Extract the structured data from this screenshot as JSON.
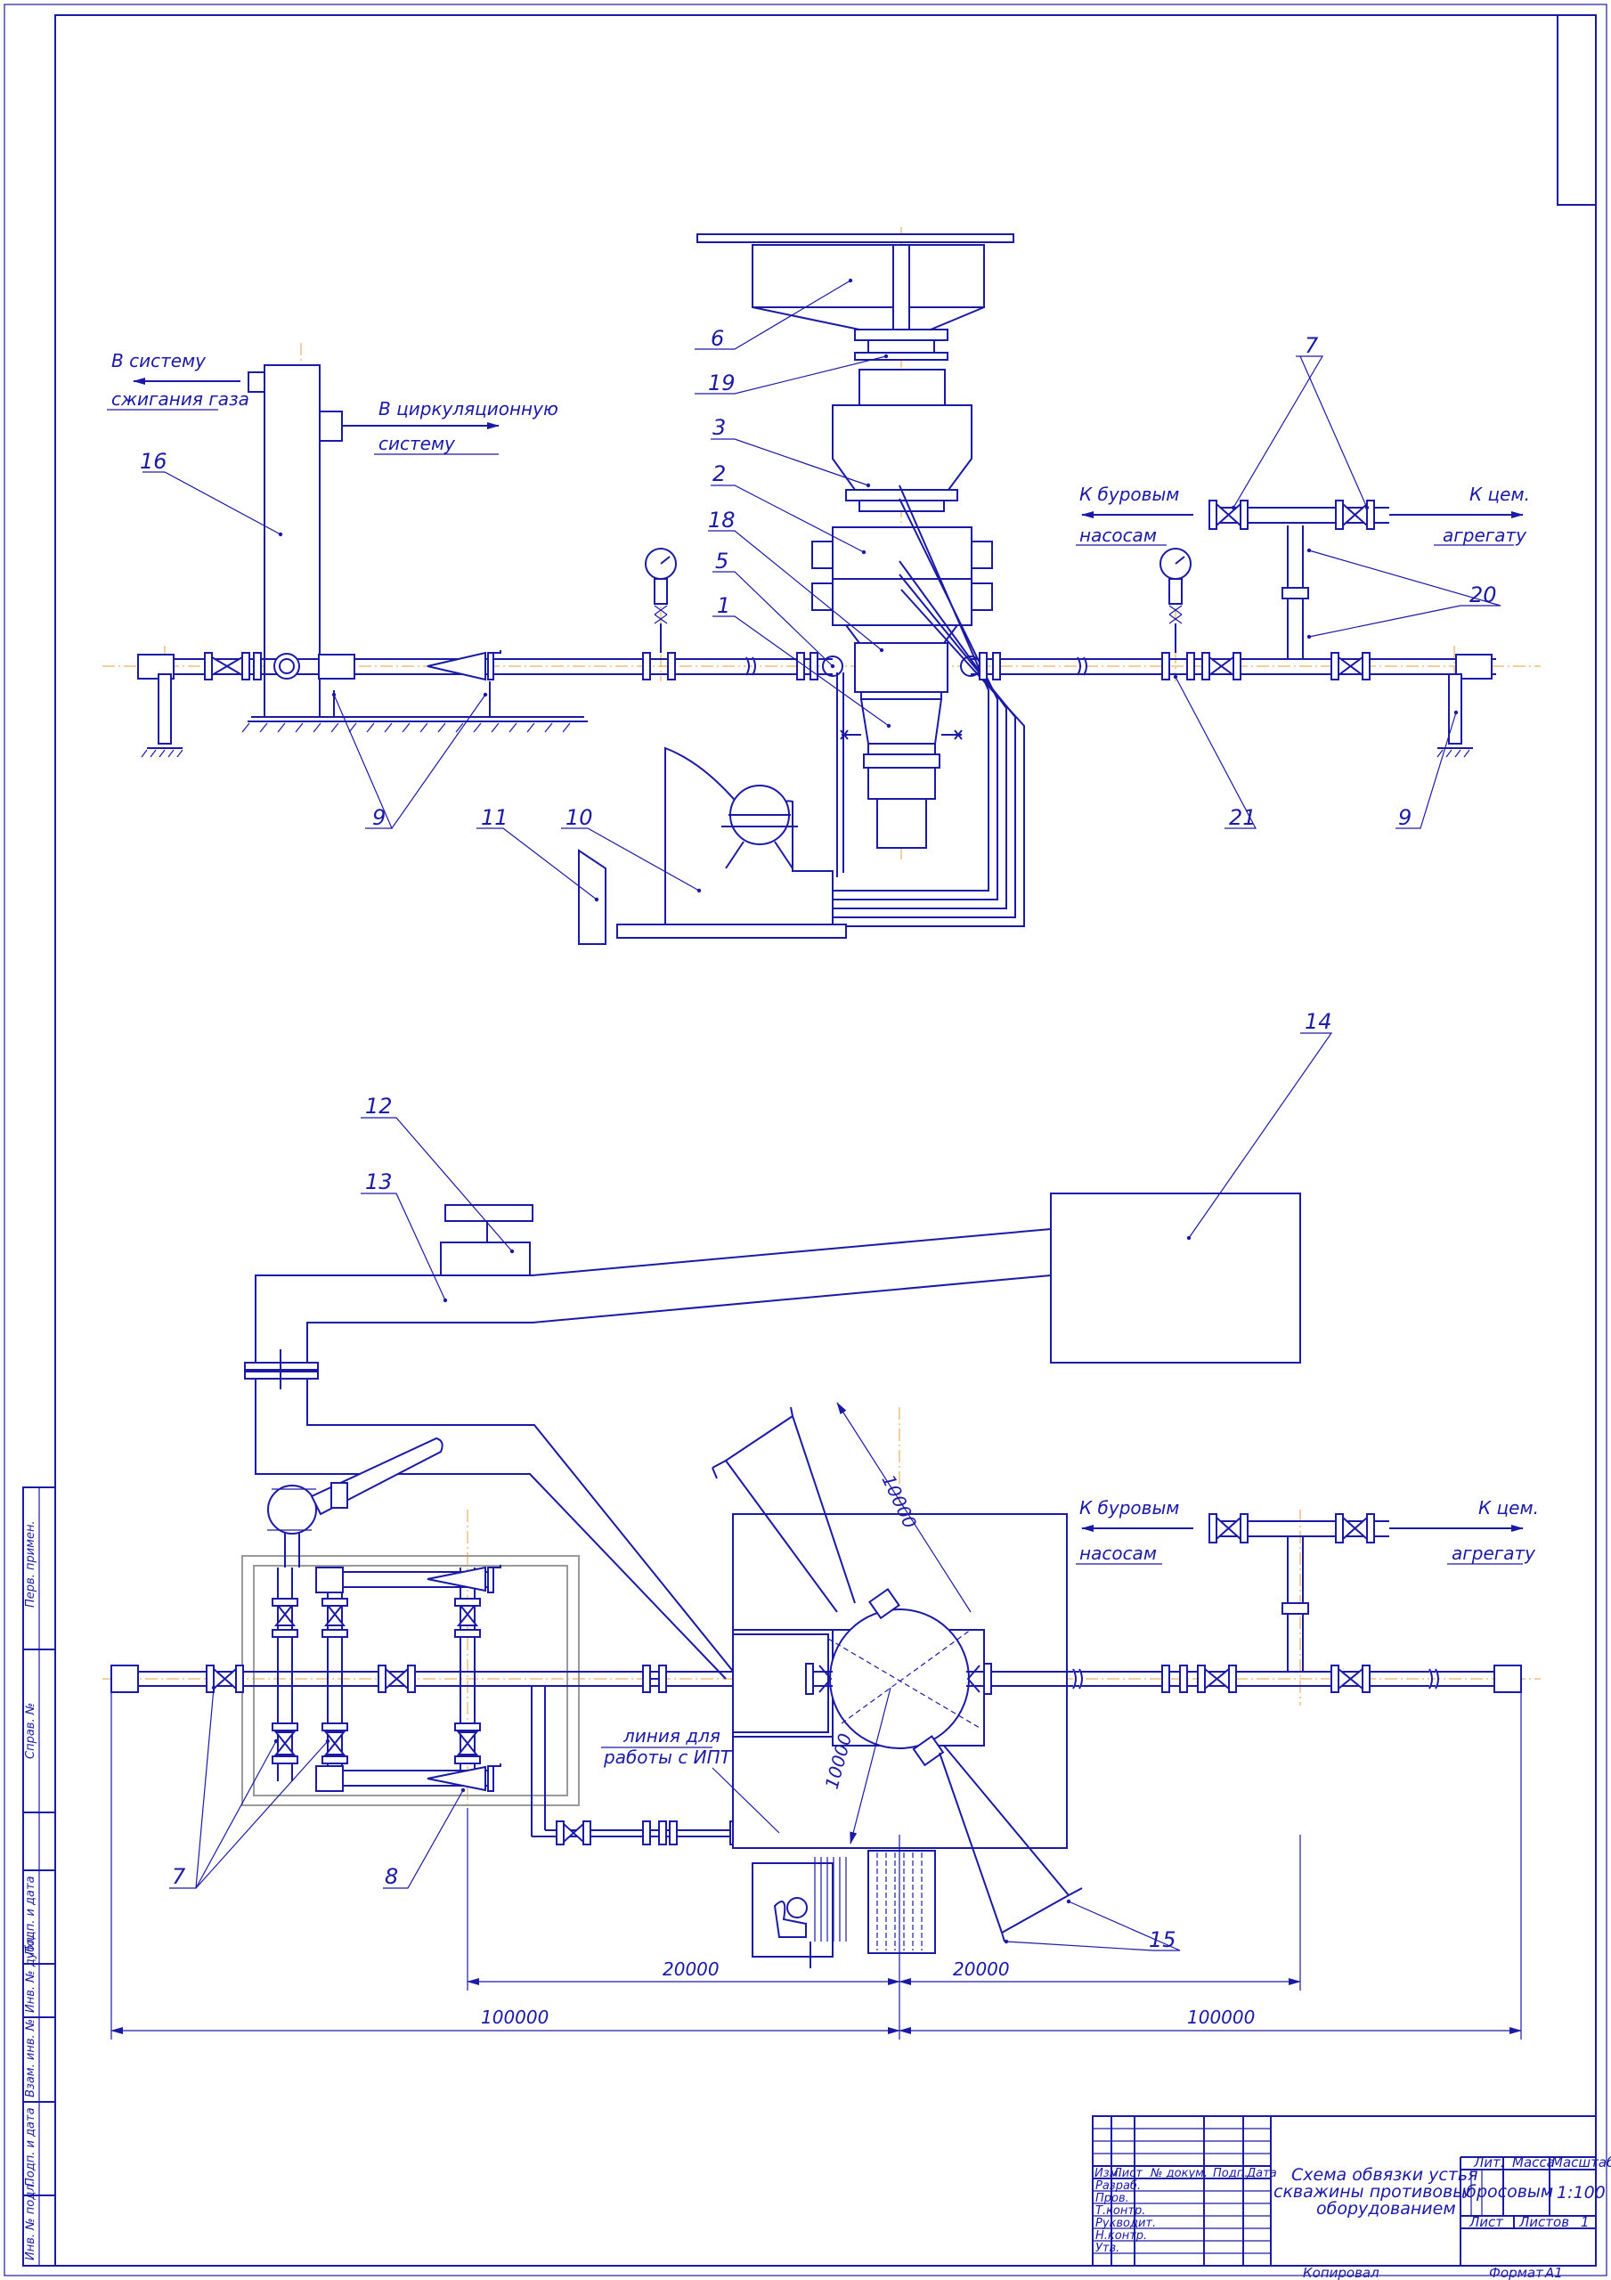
{
  "top_view": {
    "gas_burn_line1": "В систему",
    "gas_burn_line2": "сжигания газа",
    "circ_line1": "В циркуляционную",
    "circ_line2": "систему",
    "to_pumps_line1": "К буровым",
    "to_pumps_line2": "насосам",
    "to_cem_line1": "К цем.",
    "to_cem_line2": "агрегату"
  },
  "plan_view": {
    "to_pumps_line1": "К буровым",
    "to_pumps_line2": "насосам",
    "to_cem_line1": "К цем.",
    "to_cem_line2": "агрегату",
    "ipt_line1": "линия для",
    "ipt_line2": "работы с ИПТ"
  },
  "callouts": {
    "c1": "1",
    "c2": "2",
    "c3": "3",
    "c5": "5",
    "c6": "6",
    "c7a": "7",
    "c9a": "9",
    "c9b": "9",
    "c10": "10",
    "c11": "11",
    "c12": "12",
    "c13": "13",
    "c14": "14",
    "c15": "15",
    "c16": "16",
    "c18": "18",
    "c19": "19",
    "c20": "20",
    "c21": "21",
    "c7b": "7",
    "c8": "8"
  },
  "dimensions": {
    "d_arc_top": "10000",
    "d_arc_bottom": "10000",
    "d_20000_left": "20000",
    "d_20000_right": "20000",
    "d_100000_left": "100000",
    "d_100000_right": "100000"
  },
  "side_stamp": {
    "perv_primen": "Перв. примен.",
    "sprav_no": "Справ. №",
    "podp_data_1": "Подп. и дата",
    "inv_dubl": "Инв. № дубл.",
    "vzam_inv": "Взам. инв. №",
    "podp_data_2": "Подп. и дата",
    "inv_podl": "Инв. № подл."
  },
  "title_block": {
    "title_line1": "Схема обвязки устья",
    "title_line2": "скважины противовыбросовым",
    "title_line3": "оборудованием",
    "hdr_izm": "Изм.",
    "hdr_list": "Лист",
    "hdr_doc": "№ докум.",
    "hdr_podp": "Подп.",
    "hdr_data": "Дата",
    "row_razrab": "Разраб.",
    "row_prov": "Пров.",
    "row_tkontr": "Т.контр.",
    "row_rukovod": "Рукводит.",
    "row_nkontr": "Н.контр.",
    "row_utv": "Утв.",
    "lit": "Лит.",
    "massa": "Масса",
    "masshtab": "Масштаб",
    "lit_value": "У",
    "scale_value": "1:100",
    "list_label": "Лист",
    "listov_label": "Листов",
    "listov_value": "1",
    "kopiroval": "Копировал",
    "format_label": "Формат",
    "format_value": "А1"
  }
}
